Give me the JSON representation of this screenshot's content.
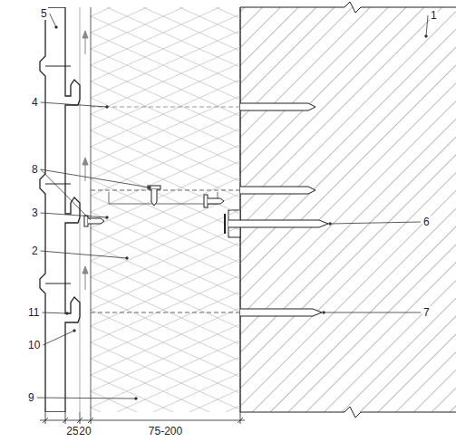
{
  "diagram": {
    "labels": [
      "5",
      "4",
      "8",
      "3",
      "2",
      "11",
      "10",
      "9",
      "1",
      "6",
      "7",
      "25",
      "20",
      "75-200"
    ]
  }
}
